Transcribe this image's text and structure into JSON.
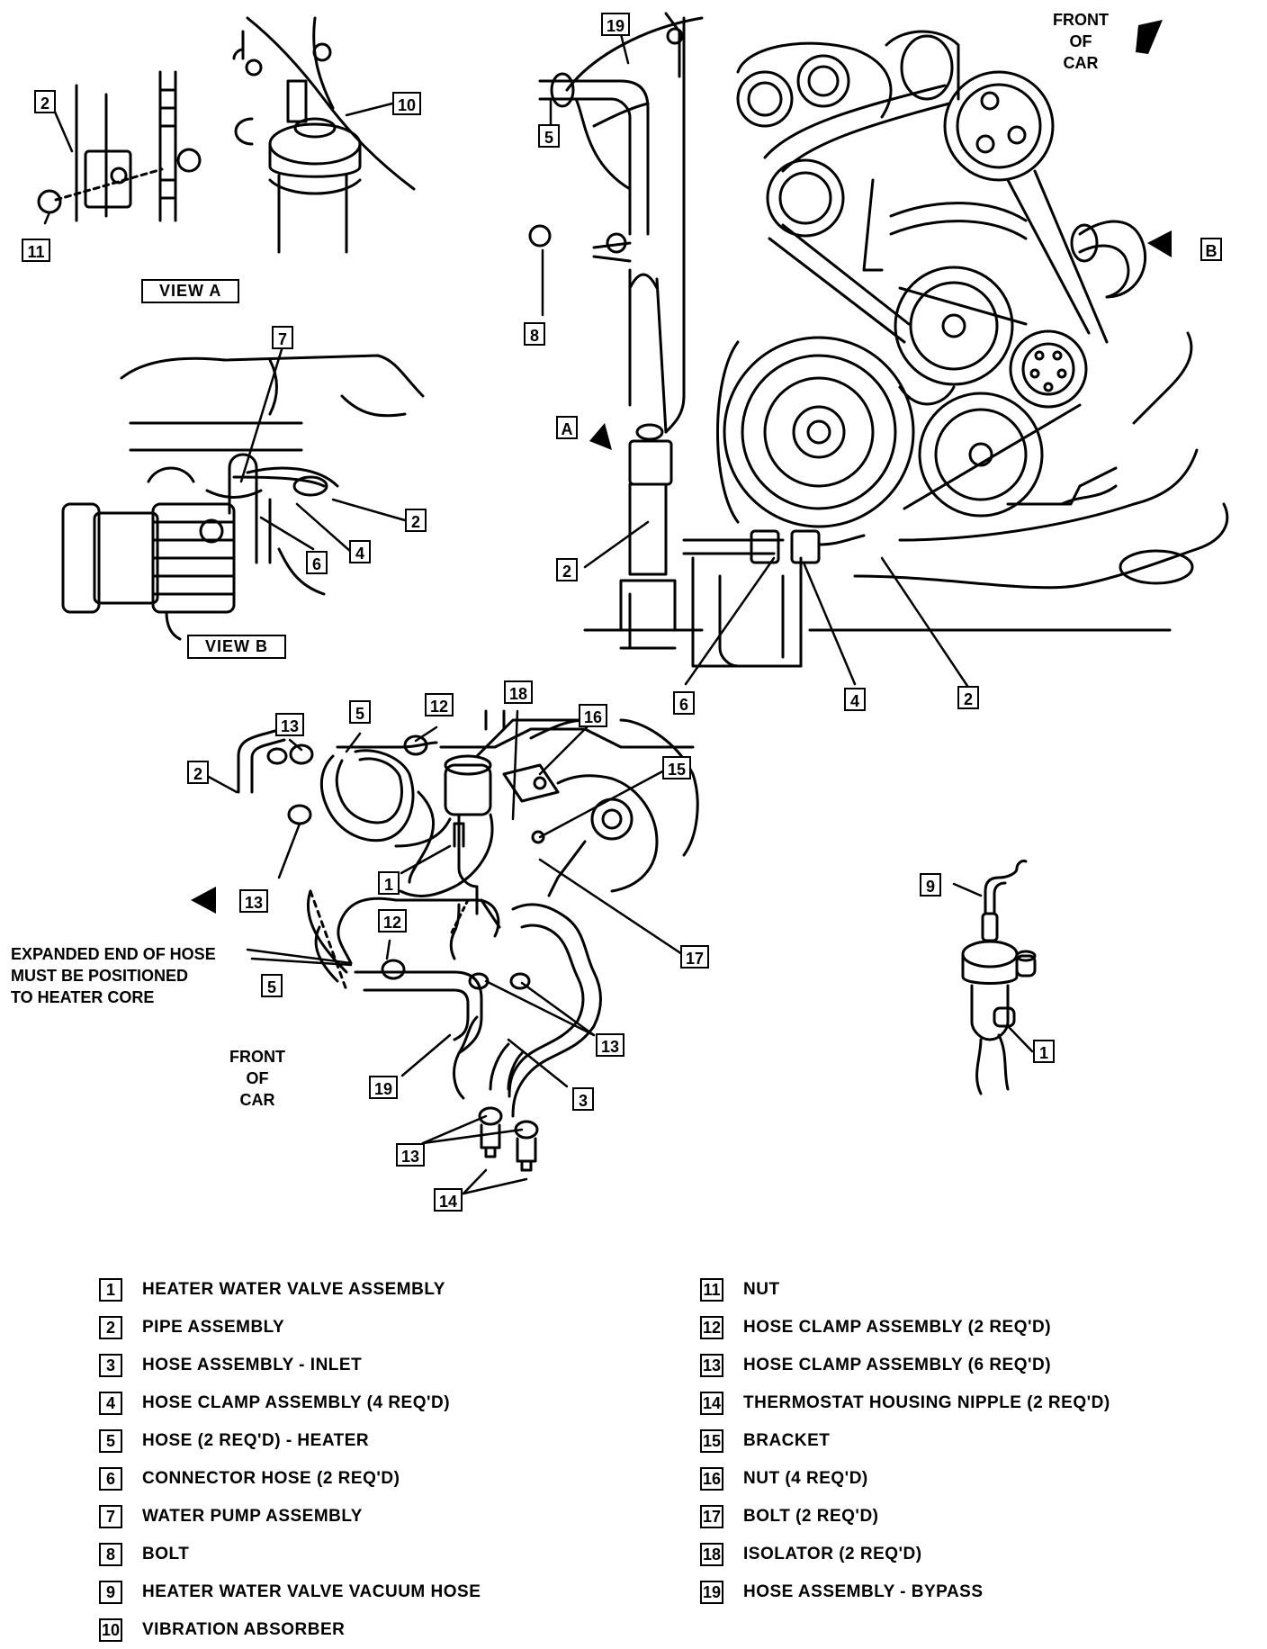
{
  "views": {
    "view_a": "VIEW A",
    "view_b": "VIEW B"
  },
  "front_of_car": [
    "FRONT",
    "OF",
    "CAR"
  ],
  "note_lines": [
    "EXPANDED END OF HOSE",
    "MUST BE POSITIONED",
    "TO HEATER CORE"
  ],
  "callouts": {
    "A": "A",
    "B": "B",
    "n1": "1",
    "n2": "2",
    "n3": "3",
    "n4": "4",
    "n5": "5",
    "n6": "6",
    "n7": "7",
    "n8": "8",
    "n9": "9",
    "n10": "10",
    "n11": "11",
    "n12": "12",
    "n13": "13",
    "n14": "14",
    "n15": "15",
    "n16": "16",
    "n17": "17",
    "n18": "18",
    "n19": "19"
  },
  "legend_left": [
    {
      "num": "1",
      "text": "HEATER WATER VALVE ASSEMBLY"
    },
    {
      "num": "2",
      "text": "PIPE ASSEMBLY"
    },
    {
      "num": "3",
      "text": "HOSE ASSEMBLY - INLET"
    },
    {
      "num": "4",
      "text": "HOSE CLAMP ASSEMBLY (4 REQ'D)"
    },
    {
      "num": "5",
      "text": "HOSE (2 REQ'D) - HEATER"
    },
    {
      "num": "6",
      "text": "CONNECTOR HOSE (2 REQ'D)"
    },
    {
      "num": "7",
      "text": "WATER PUMP ASSEMBLY"
    },
    {
      "num": "8",
      "text": "BOLT"
    },
    {
      "num": "9",
      "text": "HEATER WATER VALVE VACUUM HOSE"
    },
    {
      "num": "10",
      "text": "VIBRATION ABSORBER"
    }
  ],
  "legend_right": [
    {
      "num": "11",
      "text": "NUT"
    },
    {
      "num": "12",
      "text": "HOSE CLAMP ASSEMBLY (2 REQ'D)"
    },
    {
      "num": "13",
      "text": "HOSE CLAMP ASSEMBLY (6 REQ'D)"
    },
    {
      "num": "14",
      "text": "THERMOSTAT HOUSING NIPPLE (2 REQ'D)"
    },
    {
      "num": "15",
      "text": "BRACKET"
    },
    {
      "num": "16",
      "text": "NUT (4 REQ'D)"
    },
    {
      "num": "17",
      "text": "BOLT (2 REQ'D)"
    },
    {
      "num": "18",
      "text": "ISOLATOR (2 REQ'D)"
    },
    {
      "num": "19",
      "text": "HOSE ASSEMBLY - BYPASS"
    }
  ]
}
